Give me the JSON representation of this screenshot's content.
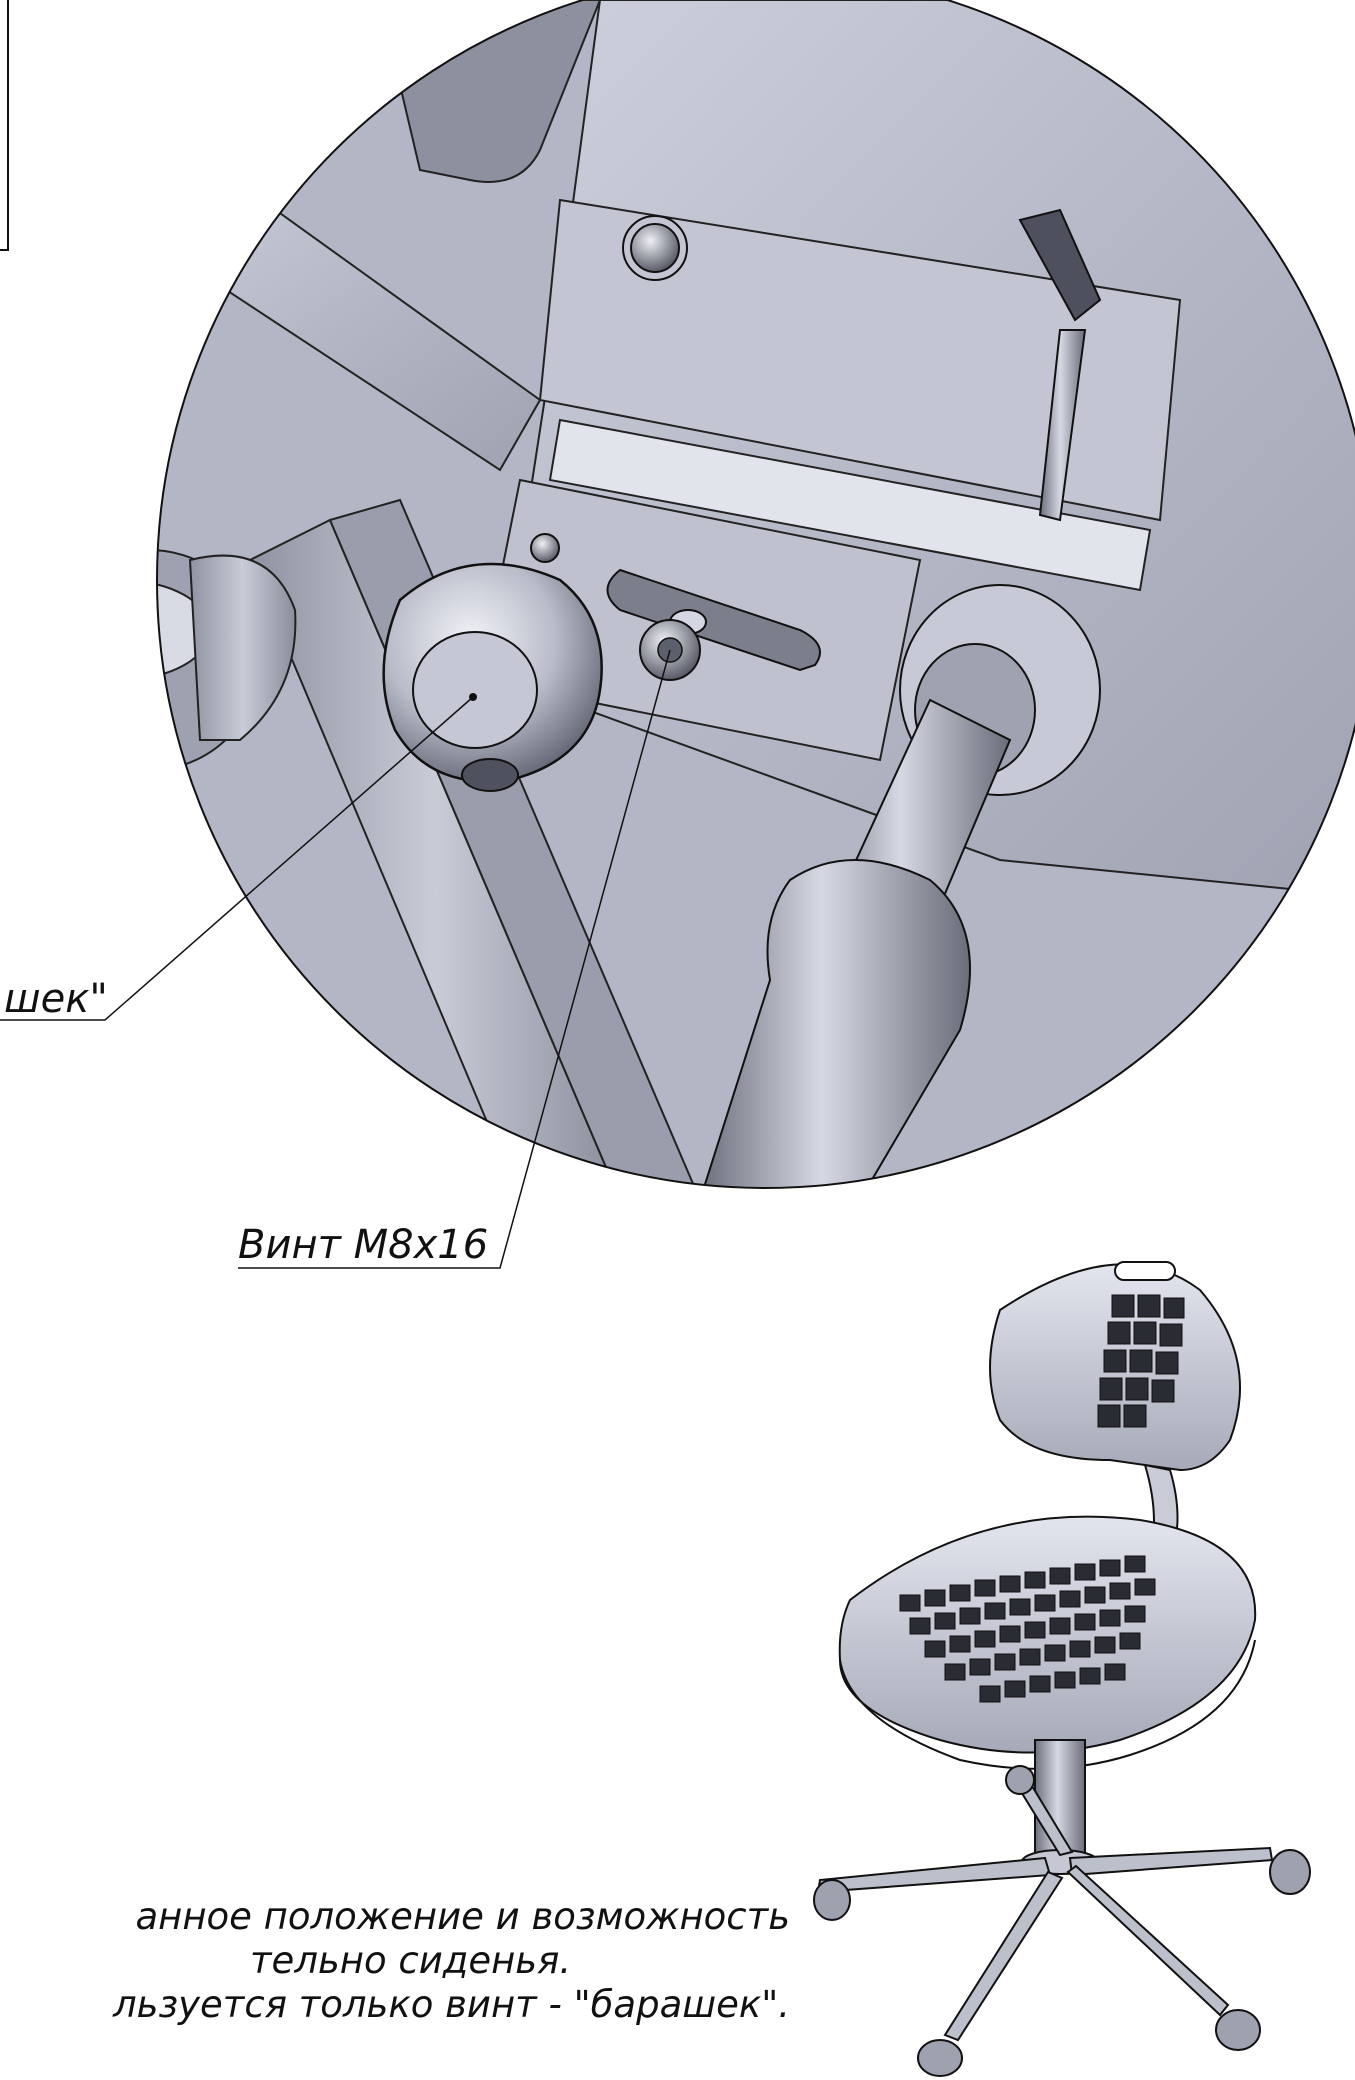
{
  "callouts": {
    "wing_nut": "шек\"",
    "screw": "Винт М8х16"
  },
  "note_lines": [
    "анное положение и возможность",
    "тельно сиденья.",
    "льзуется только винт - \"барашек\"."
  ],
  "colors": {
    "metal_light": "#d8dbe6",
    "metal_mid": "#a9adbb",
    "metal_dark": "#5f6270",
    "line": "#111111"
  }
}
